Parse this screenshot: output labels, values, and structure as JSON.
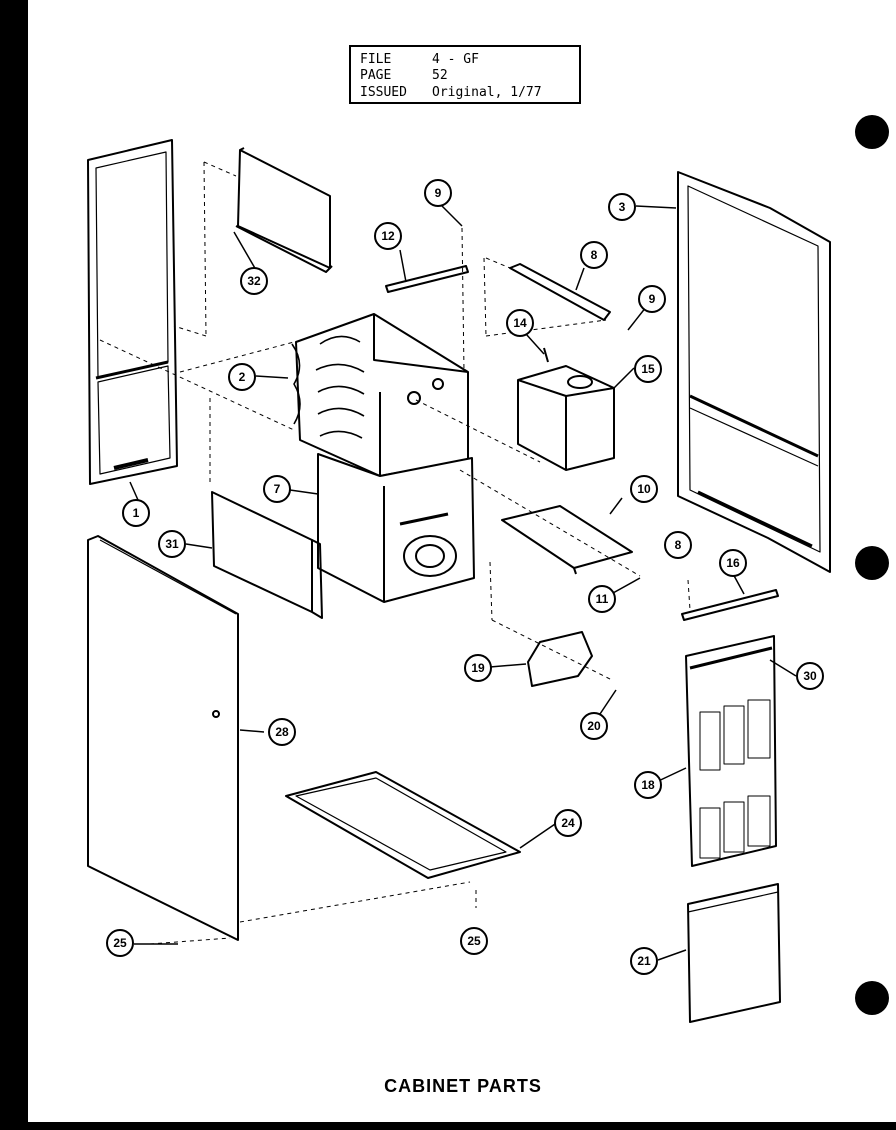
{
  "info_box": {
    "rows": [
      {
        "key": "FILE",
        "value": "4 - GF"
      },
      {
        "key": "PAGE",
        "value": "52"
      },
      {
        "key": "ISSUED",
        "value": "Original, 1/77"
      }
    ]
  },
  "callouts": [
    "1",
    "2",
    "3",
    "7",
    "8",
    "9",
    "10",
    "11",
    "12",
    "14",
    "15",
    "16",
    "18",
    "19",
    "20",
    "21",
    "24",
    "25",
    "28",
    "30",
    "31",
    "32"
  ],
  "title": "CABINET PARTS",
  "colors": {
    "paper": "#ffffff",
    "ink": "#000000",
    "border": "#000000"
  }
}
